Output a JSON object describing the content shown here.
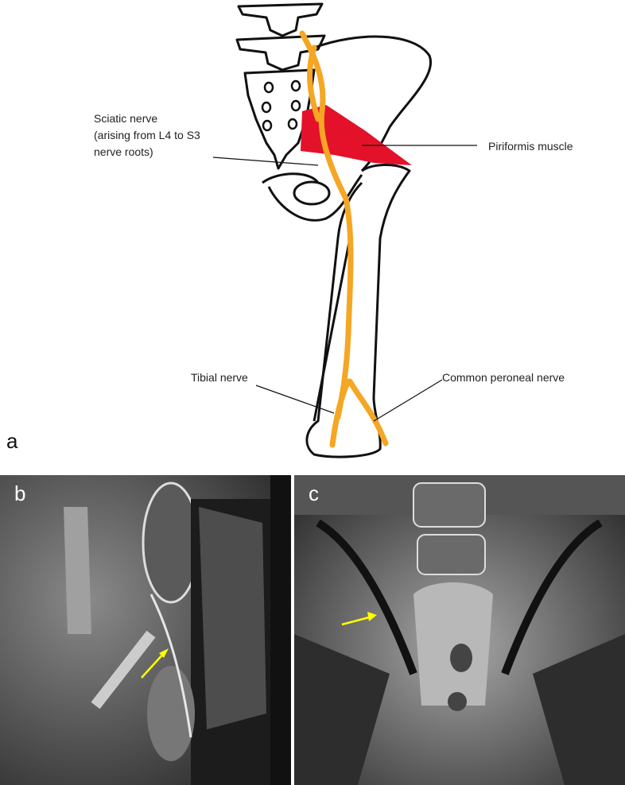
{
  "panel_a": {
    "letter": "a",
    "labels": {
      "sciatic_line1": "Sciatic nerve",
      "sciatic_line2": "(arising from L4 to S3",
      "sciatic_line3": "nerve roots)",
      "piriformis": "Piriformis muscle",
      "tibial": "Tibial nerve",
      "peroneal": "Common peroneal nerve"
    },
    "colors": {
      "nerve": "#f5a623",
      "muscle": "#e3122a",
      "outline": "#111111"
    }
  },
  "panel_b": {
    "letter": "b",
    "arrow_color": "#ffff00"
  },
  "panel_c": {
    "letter": "c",
    "arrow_color": "#ffff00"
  }
}
